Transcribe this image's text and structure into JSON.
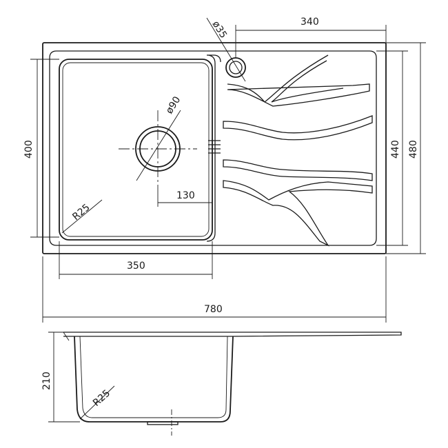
{
  "top_view": {
    "dim_overall_width": "780",
    "dim_overall_height": "480",
    "dim_drainboard_height": "440",
    "dim_bowl_width": "350",
    "dim_bowl_height": "400",
    "dim_drainboard_width": "340",
    "dim_drain_diameter": "ø90",
    "dim_tap_hole_diameter": "ø35",
    "dim_drain_offset": "130",
    "dim_corner_radius": "R25"
  },
  "side_view": {
    "dim_depth": "210",
    "dim_corner_radius": "R25"
  }
}
